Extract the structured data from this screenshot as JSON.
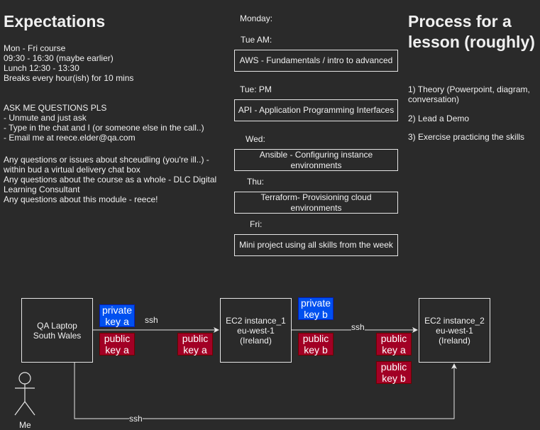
{
  "expectations": {
    "title": "Expectations",
    "schedule": "Mon - Fri course\n09:30 - 16:30 (maybe earlier)\nLunch 12:30 - 13:30\nBreaks every hour(ish) for 10 mins",
    "questions": "ASK ME QUESTIONS PLS\n- Unmute and just ask\n- Type in the chat and I (or someone else in the call..)\n- Email me at reece.elder@qa.com",
    "contacts": "Any questions or issues about shceudling (you're ill..) -\nwithin bud a virtual delivery chat box\nAny questions about the course as a whole - DLC Digital\nLearning Consultant\nAny questions about this module - reece!"
  },
  "timetable": {
    "monday": "Monday:",
    "tue_am": "Tue AM:",
    "tue_am_box": "AWS - Fundamentals / intro to advanced",
    "tue_pm": "Tue: PM",
    "tue_pm_box": "API - Application Programming Interfaces",
    "wed": "Wed:",
    "wed_box": "Ansible - Configuring instance environments",
    "thu": "Thu:",
    "thu_box": "Terraform- Provisioning cloud environments",
    "fri": "Fri:",
    "fri_box": "Mini project using all skills from the week"
  },
  "process": {
    "title": "Process for a lesson (roughly)",
    "step1": "1) Theory (Powerpoint, diagram,\nconversation)",
    "step2": "2) Lead a Demo",
    "step3": "3) Exercise practicing the skills"
  },
  "diagram": {
    "laptop": "QA Laptop\nSouth Wales",
    "ec2_1": "EC2 instance_1\neu-west-1\n(Ireland)",
    "ec2_2": "EC2 instance_2\neu-west-1\n(Ireland)",
    "actor": "Me",
    "ssh_1": "ssh",
    "ssh_2": "ssh",
    "ssh_3": "ssh",
    "private_key_a": "private\nkey a",
    "public_key_a_1": "public\nkey a",
    "public_key_a_2": "public\nkey a",
    "private_key_b": "private\nkey b",
    "public_key_b_1": "public\nkey b",
    "public_key_a_3": "public\nkey a",
    "public_key_b_2": "public\nkey b",
    "colors": {
      "public_key": "#a20025",
      "private_key": "#0050ef",
      "line": "#e6e6e6"
    }
  }
}
